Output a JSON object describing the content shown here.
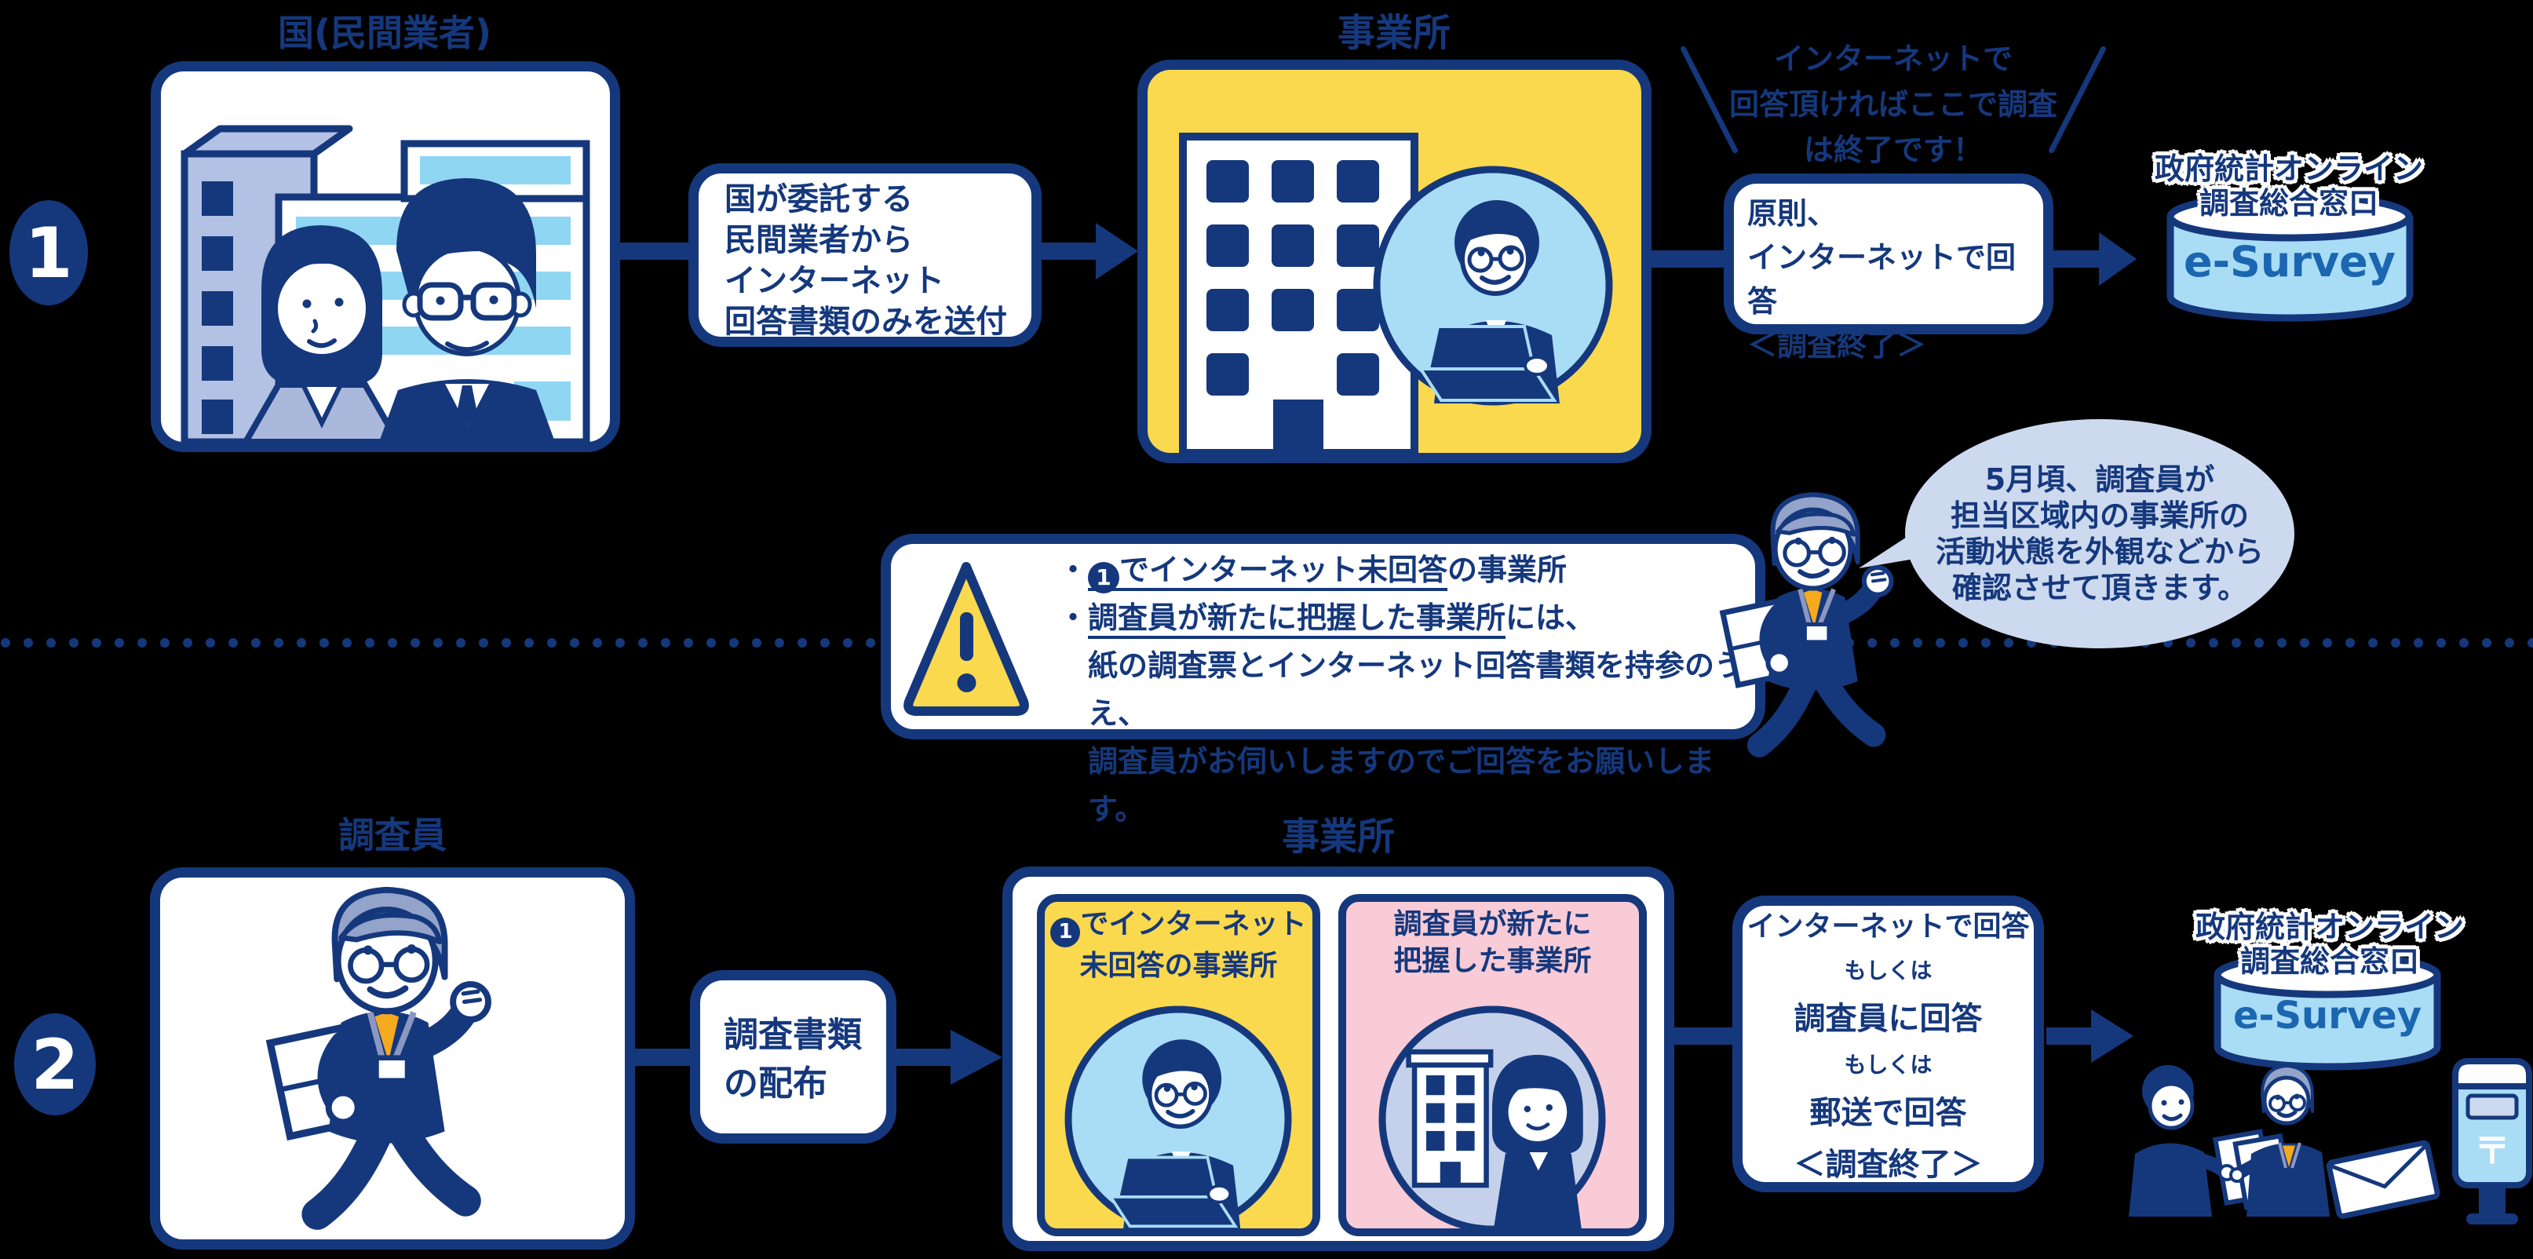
{
  "colors": {
    "navy": "#15387d",
    "yellow": "#fbd94e",
    "light_blue": "#a9dcf5",
    "window_cyan": "#8fd6f3",
    "periwinkle": "#b3c1e4",
    "bubble_blue": "#cdd9ee",
    "pink": "#f8cbd6",
    "circle_periwinkle": "#c5d1ea",
    "esurvey_blue": "#1b66b1",
    "hair_gray": "#93a3c9",
    "tie_orange": "#f5a91e",
    "background": "#000000"
  },
  "steps": {
    "step1": "1",
    "step2": "2"
  },
  "row1": {
    "source_label": "国(民間業者)",
    "send_box_lines": [
      "国が委託する",
      "民間業者から",
      "インターネット",
      "回答書類のみを送付"
    ],
    "office_label": "事業所",
    "callout_lines": [
      "インターネットで",
      "回答頂ければここで調査",
      "は終了です！"
    ],
    "respond_box_lines": [
      "原則、",
      "インターネットで回答",
      "＜調査終了＞"
    ]
  },
  "esurvey": {
    "heading_line1": "政府統計オンライン",
    "heading_line2": "調査総合窓口",
    "name": "e-Survey"
  },
  "notice": {
    "line1": {
      "bullet": "・",
      "num": "1",
      "underlined": "でインターネット未回答",
      "rest": "の事業所"
    },
    "line2": {
      "bullet": "・",
      "underlined": "調査員が新たに把握した事業所",
      "rest": "には、"
    },
    "line3": "紙の調査票とインターネット回答書類を持参のうえ、",
    "line4": "調査員がお伺いしますのでご回答をお願いします。"
  },
  "bubble_lines": [
    "5月頃、調査員が",
    "担当区域内の事業所の",
    "活動状態を外観などから",
    "確認させて頂きます。"
  ],
  "row2": {
    "surveyor_label": "調査員",
    "distribute_box_lines": [
      "調査書類",
      "の配布"
    ],
    "office_label": "事業所",
    "yellow_card": {
      "num": "1",
      "line1_after_num": "でインターネット",
      "line2": "未回答の事業所"
    },
    "pink_card_lines": [
      "調査員が新たに",
      "把握した事業所"
    ],
    "respond_box": {
      "opt1": "インターネットで回答",
      "or1": "もしくは",
      "opt2": "調査員に回答",
      "or2": "もしくは",
      "opt3": "郵送で回答",
      "end": "＜調査終了＞"
    }
  },
  "bottom_icons": {
    "post_mark": "〒"
  }
}
